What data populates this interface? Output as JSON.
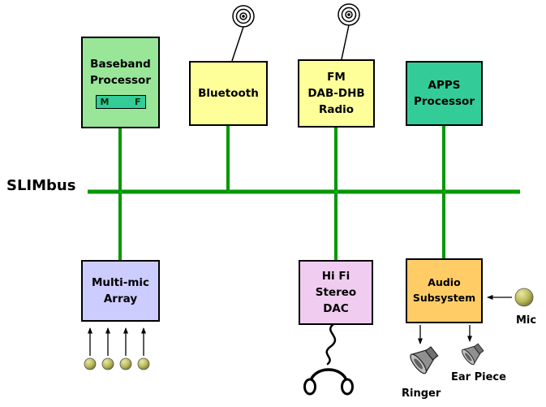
{
  "bus": {
    "label": "SLIMbus",
    "color": "#009900"
  },
  "boxes": {
    "baseband": {
      "label": "Baseband\nProcessor",
      "fill": "#99e699",
      "m": "M",
      "f": "F",
      "mf_fill": "#33cc99"
    },
    "bluetooth": {
      "label": "Bluetooth",
      "fill": "#ffff99"
    },
    "fm_radio": {
      "label": "FM\nDAB-DHB\nRadio",
      "fill": "#ffff99"
    },
    "apps": {
      "label": "APPS\nProcessor",
      "fill": "#33cc99"
    },
    "multimic": {
      "label": "Multi-mic\nArray",
      "fill": "#ccccff"
    },
    "dac": {
      "label": "Hi Fi\nStereo\nDAC",
      "fill": "#f0ccf0"
    },
    "audio": {
      "label": "Audio\nSubsystem",
      "fill": "#ffcc66"
    }
  },
  "captions": {
    "mic": "Mic",
    "ringer": "Ringer",
    "ear_piece": "Ear Piece"
  }
}
